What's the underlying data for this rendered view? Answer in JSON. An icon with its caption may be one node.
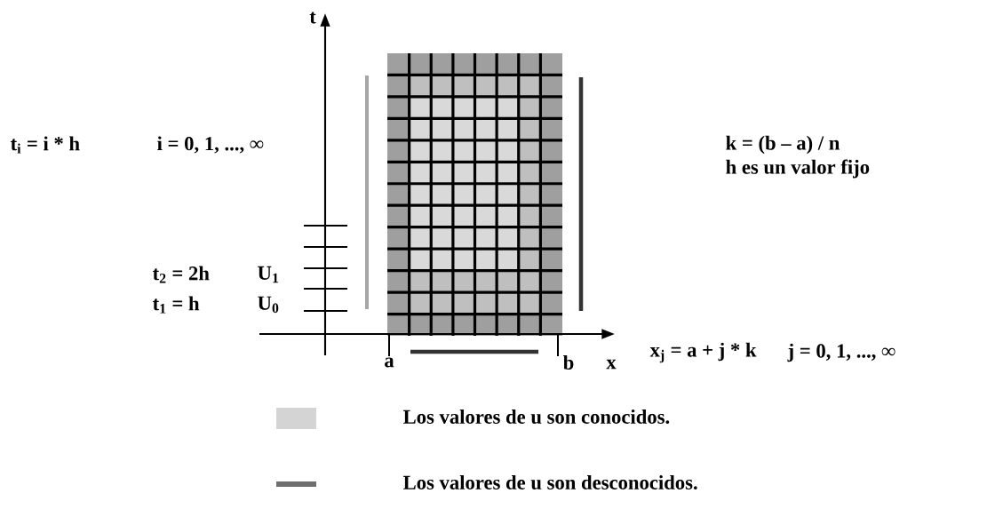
{
  "diagram": {
    "labels": [
      "t",
      "t$_{i}$ = i * h",
      "i = 0, 1, ..., ∞",
      "k = (b – a) / n",
      "h es un valor fijo",
      "t$_{2}$ = 2h",
      "U$_{1}$",
      "t$_{1}$ = h",
      "U$_{0}$",
      "x$_{j}$ = a + j * k",
      "j = 0, 1, ..., ∞",
      "a",
      "b",
      "x"
    ],
    "legend": [
      {
        "text": "Los valores de u son conocidos.",
        "color": "#d4d4d4"
      },
      {
        "text": "Los valores de u son desconocidos.",
        "color": "#6e6e6e"
      }
    ]
  }
}
